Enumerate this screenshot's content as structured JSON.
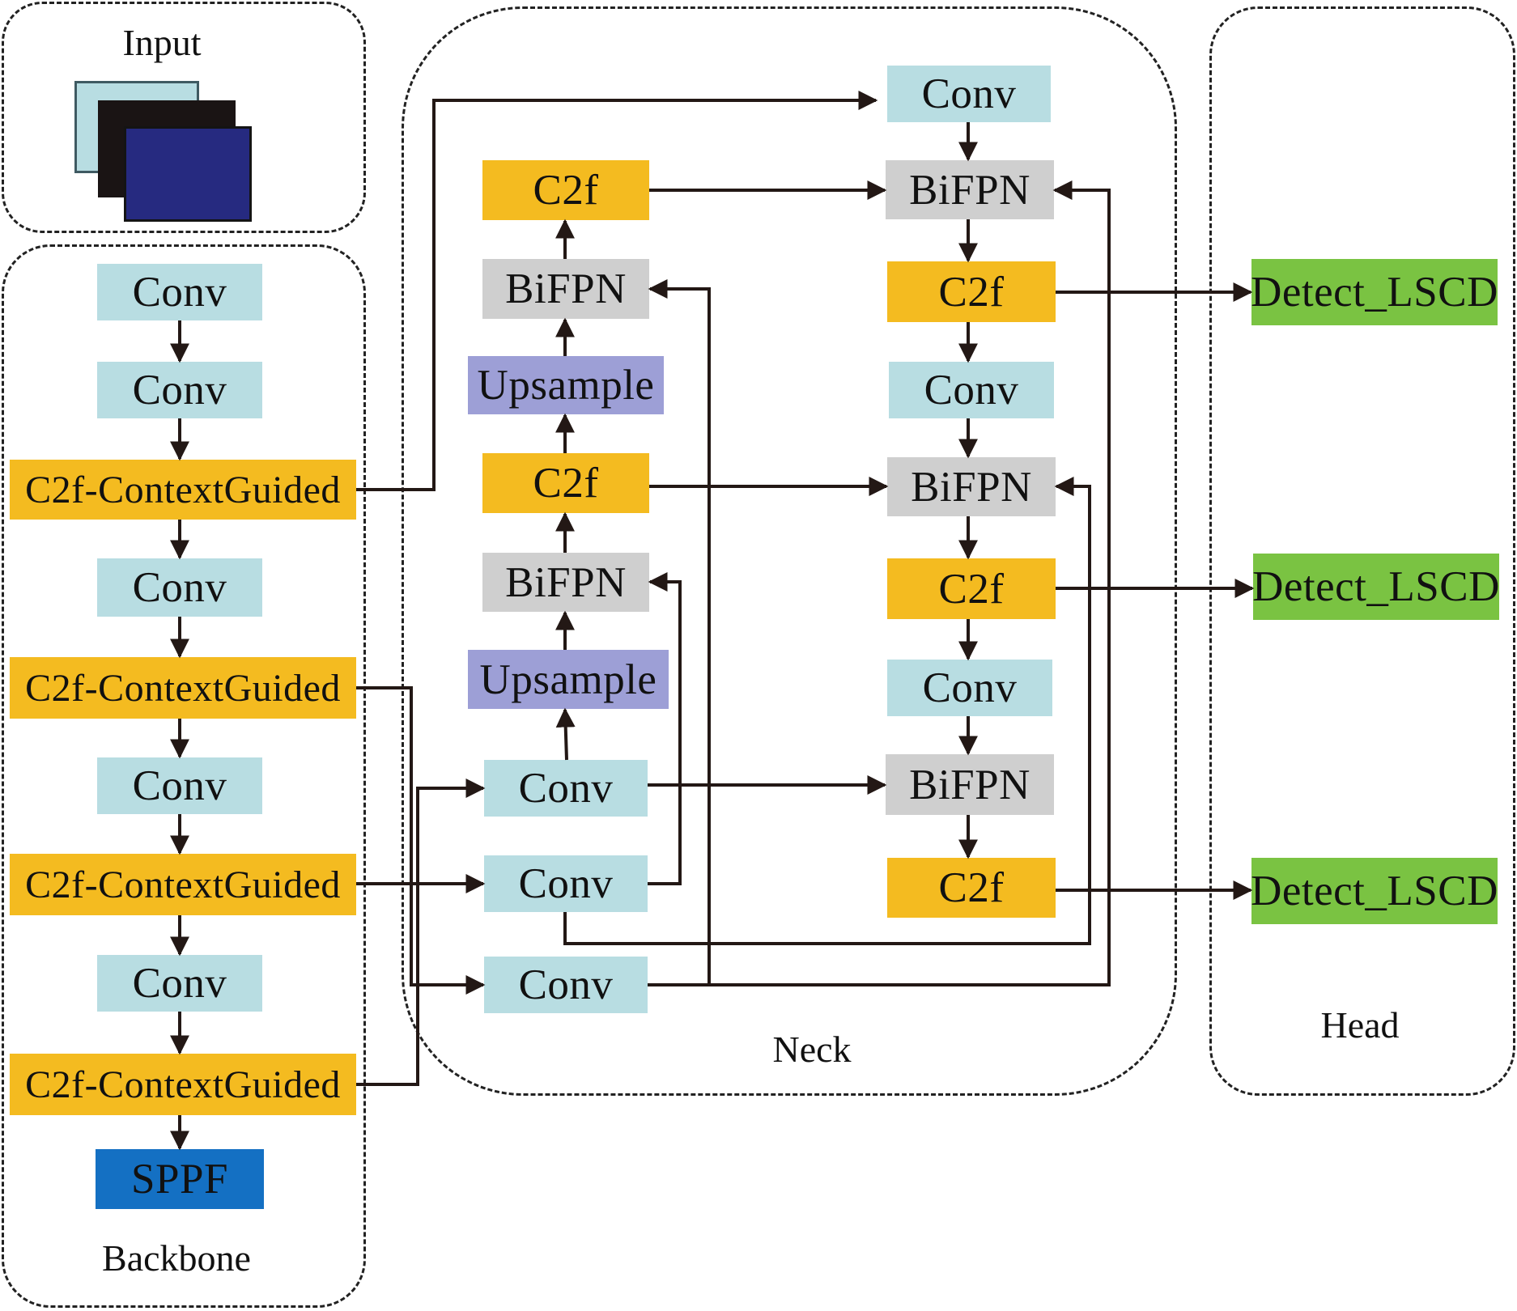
{
  "regions": {
    "input": "Input",
    "backbone": "Backbone",
    "neck": "Neck",
    "head": "Head"
  },
  "backbone": [
    "Conv",
    "Conv",
    "C2f-ContextGuided",
    "Conv",
    "C2f-ContextGuided",
    "Conv",
    "C2f-ContextGuided",
    "Conv",
    "C2f-ContextGuided",
    "SPPF"
  ],
  "neck_left": [
    "C2f",
    "BiFPN",
    "Upsample",
    "C2f",
    "BiFPN",
    "Upsample",
    "Conv",
    "Conv",
    "Conv"
  ],
  "neck_right": [
    "Conv",
    "BiFPN",
    "C2f",
    "Conv",
    "BiFPN",
    "C2f",
    "Conv",
    "BiFPN",
    "C2f"
  ],
  "head": [
    "Detect_LSCD",
    "Detect_LSCD",
    "Detect_LSCD"
  ],
  "colors": {
    "conv": "#b8dde2",
    "c2f": "#f4bb20",
    "bifpn": "#cfcfcf",
    "upsample": "#9d9fd6",
    "sppf": "#1470c3",
    "detect": "#7ac342",
    "input_layers": [
      "#b8dde2",
      "#1a1414",
      "#262a80"
    ],
    "arrow": "#231815"
  }
}
